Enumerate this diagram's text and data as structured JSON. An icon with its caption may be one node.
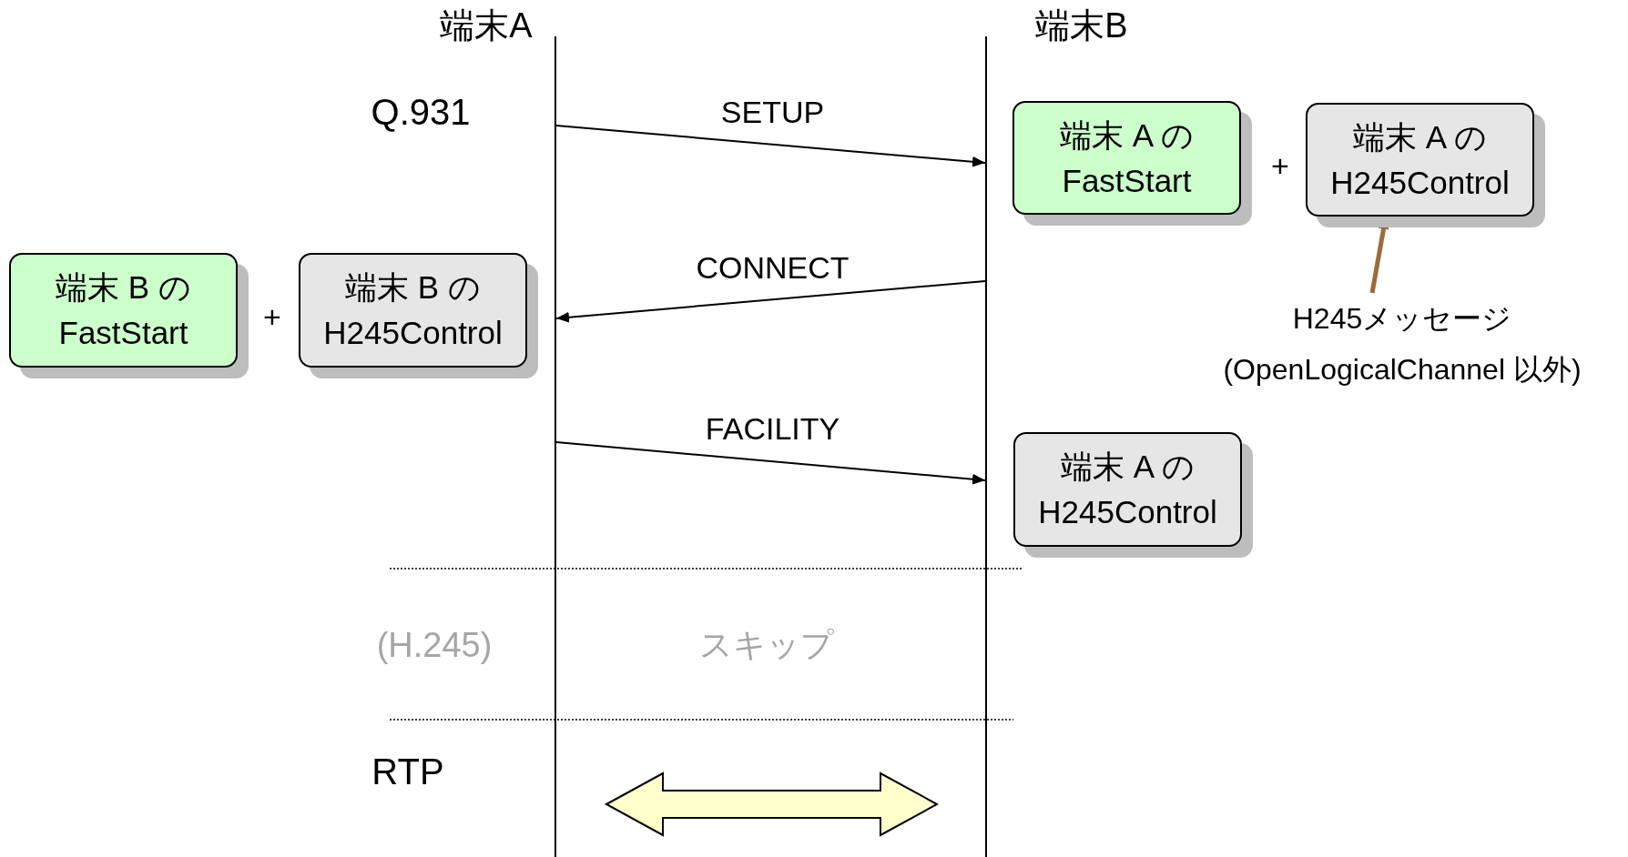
{
  "diagram": {
    "nodes": [
      {
        "text": [
          "端末A"
        ]
      },
      {
        "text": [
          "端末B"
        ]
      },
      {
        "text": [
          "端末 A の FastStart"
        ]
      },
      {
        "text": [
          "端末 A の H245Control"
        ]
      },
      {
        "text": [
          "H245メッセージ (OpenLogicalChannel 以外)"
        ]
      },
      {
        "text": [
          "端末 B の FastStart"
        ]
      },
      {
        "text": [
          "端末 B の H245Control"
        ]
      },
      {
        "text": [
          "端末 A の H245Control"
        ]
      }
    ],
    "edges": [
      {
        "from": 0,
        "to": 1,
        "arrow": "to",
        "label": "SETUP"
      },
      {
        "from": 1,
        "to": 0,
        "arrow": "to",
        "label": "CONNECT"
      },
      {
        "from": 0,
        "to": 1,
        "arrow": "to",
        "label": "FACILITY"
      },
      {
        "from": 4,
        "to": 3,
        "arrow": "to",
        "style": "thick",
        "color": "#9c6b3c"
      },
      {
        "from": 0,
        "to": 1,
        "arrow": "both",
        "style": "thick",
        "color": "#ffffcc"
      }
    ],
    "labels": [
      "Q.931",
      "+",
      "+",
      "(H.245)",
      "スキップ",
      "RTP"
    ]
  }
}
